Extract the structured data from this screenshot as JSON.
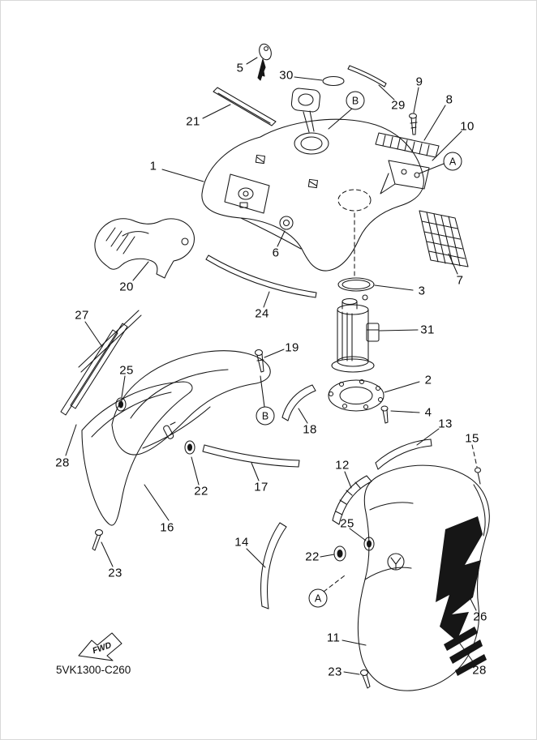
{
  "diagram": {
    "code": "5VK1300-C260",
    "fwd": "FWD"
  },
  "labels": [
    {
      "text": "5"
    },
    {
      "text": "30"
    },
    {
      "text": "9"
    },
    {
      "text": "8"
    },
    {
      "text": "29"
    },
    {
      "text": "21"
    },
    {
      "text": "10"
    },
    {
      "text": "1"
    },
    {
      "text": "6"
    },
    {
      "text": "7"
    },
    {
      "text": "20"
    },
    {
      "text": "3"
    },
    {
      "text": "24"
    },
    {
      "text": "27"
    },
    {
      "text": "31"
    },
    {
      "text": "19"
    },
    {
      "text": "25"
    },
    {
      "text": "2"
    },
    {
      "text": "4"
    },
    {
      "text": "13"
    },
    {
      "text": "18"
    },
    {
      "text": "15"
    },
    {
      "text": "28"
    },
    {
      "text": "12"
    },
    {
      "text": "17"
    },
    {
      "text": "22"
    },
    {
      "text": "25"
    },
    {
      "text": "16"
    },
    {
      "text": "14"
    },
    {
      "text": "22"
    },
    {
      "text": "23"
    },
    {
      "text": "26"
    },
    {
      "text": "11"
    },
    {
      "text": "23"
    },
    {
      "text": "28"
    }
  ],
  "callouts": [
    {
      "letter": "B"
    },
    {
      "letter": "A"
    },
    {
      "letter": "B"
    },
    {
      "letter": "A"
    }
  ]
}
